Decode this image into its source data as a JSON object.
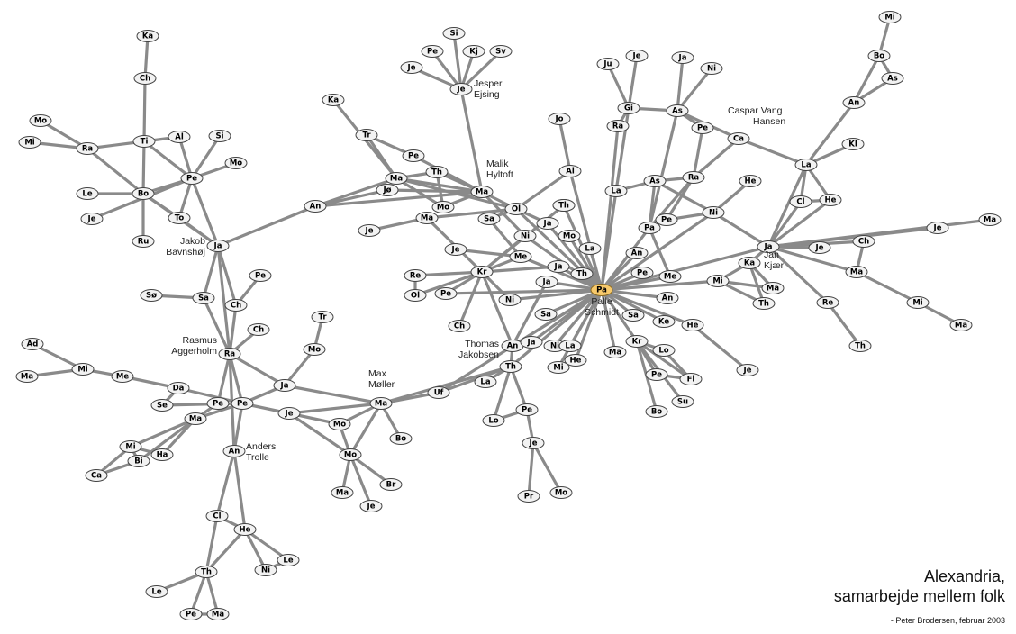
{
  "title": {
    "line1": "Alexandria,",
    "line2": "samarbejde mellem folk",
    "credit": "- Peter Brodersen, februar 2003"
  },
  "highlight_node": 53,
  "colors": {
    "edge": "#8a8a8a",
    "node": "#f2f2f2",
    "highlight": "#f7c96b"
  },
  "nodes": [
    "Ka",
    "Ch",
    "Mo",
    "Mi",
    "Ra",
    "Ti",
    "Al",
    "Si",
    "Pe",
    "Mo",
    "Le",
    "Bo",
    "Je",
    "To",
    "Ru",
    "Ja",
    "An",
    "Ka",
    "Tr",
    "Pe",
    "Ma",
    "Th",
    "Jø",
    "Ma",
    "Mo",
    "Ma",
    "Je",
    "Ol",
    "Sa",
    "Si",
    "Pe",
    "Kj",
    "Sv",
    "Je",
    "Je",
    "Ni",
    "Ja",
    "Th",
    "Al",
    "Jo",
    "Mo",
    "La",
    "Je",
    "Me",
    "Kr",
    "Ja",
    "Th",
    "Ja",
    "Re",
    "Ol",
    "Pe",
    "Ni",
    "Pa",
    "Ch",
    "Sa",
    "An",
    "Ja",
    "Ni",
    "La",
    "He",
    "Mi",
    "Th",
    "La",
    "Lo",
    "Pe",
    "Je",
    "Pr",
    "Mo",
    "Ma",
    "Kr",
    "Lo",
    "Pe",
    "Fl",
    "Bo",
    "Su",
    "Sa",
    "Ke",
    "An",
    "He",
    "Je",
    "Pe",
    "An",
    "Me",
    "Pa",
    "Pe",
    "La",
    "As",
    "Ra",
    "Ni",
    "He",
    "Th",
    "Ju",
    "Je",
    "Ja",
    "Ni",
    "Gi",
    "As",
    "Ra",
    "Pe",
    "Ca",
    "Mi",
    "Bo",
    "As",
    "An",
    "Kl",
    "La",
    "Cl",
    "He",
    "Ja",
    "Je",
    "Ch",
    "Je",
    "Ma",
    "Ma",
    "Mi",
    "Ma",
    "Re",
    "Th",
    "Ka",
    "Mi",
    "Ma",
    "Th",
    "Pe",
    "Sø",
    "Sa",
    "Ch",
    "Ch",
    "Ra",
    "Tr",
    "Mo",
    "Ad",
    "Mi",
    "Ma",
    "Me",
    "Da",
    "Ja",
    "Se",
    "Pe",
    "Pe",
    "Ma",
    "Uf",
    "Je",
    "Ma",
    "Mo",
    "Bo",
    "Mi",
    "Ha",
    "Bi",
    "Ca",
    "An",
    "Mo",
    "Br",
    "Ma",
    "Je",
    "Cl",
    "He",
    "Le",
    "Ni",
    "Th",
    "Le",
    "Pe",
    "Ma"
  ],
  "people": [
    {
      "node": 16,
      "name": [
        "Jakob",
        "Bavnshøj"
      ]
    },
    {
      "node": 24,
      "name": [
        "Malik",
        "Hyltoft"
      ]
    },
    {
      "node": 35,
      "name": [
        "Jesper",
        "Ejsing"
      ]
    },
    {
      "node": 100,
      "name": [
        "Caspar Vang",
        "Hansen"
      ]
    },
    {
      "node": 109,
      "name": [
        "Jan",
        "Kjær"
      ]
    },
    {
      "node": 53,
      "name": [
        "Palle",
        "Schmidt"
      ]
    },
    {
      "node": 62,
      "name": [
        "Thomas",
        "Jakobsen"
      ]
    },
    {
      "node": 128,
      "name": [
        "Rasmus",
        "Aggerholm"
      ]
    },
    {
      "node": 140,
      "name": [
        "Max",
        "Møller"
      ]
    },
    {
      "node": 150,
      "name": [
        "Anders",
        "Trolle"
      ]
    }
  ],
  "edges": [
    [
      1,
      2
    ],
    [
      2,
      6
    ],
    [
      6,
      12
    ],
    [
      3,
      5
    ],
    [
      4,
      5
    ],
    [
      5,
      6
    ],
    [
      5,
      12
    ],
    [
      6,
      7
    ],
    [
      6,
      9
    ],
    [
      7,
      9
    ],
    [
      8,
      9
    ],
    [
      10,
      9
    ],
    [
      9,
      12
    ],
    [
      11,
      12
    ],
    [
      13,
      9
    ],
    [
      12,
      14
    ],
    [
      14,
      16
    ],
    [
      15,
      12
    ],
    [
      9,
      16
    ],
    [
      12,
      16
    ],
    [
      9,
      14
    ],
    [
      16,
      17
    ],
    [
      17,
      23
    ],
    [
      17,
      24
    ],
    [
      17,
      21
    ],
    [
      18,
      21
    ],
    [
      19,
      21
    ],
    [
      19,
      20
    ],
    [
      20,
      24
    ],
    [
      21,
      22
    ],
    [
      21,
      24
    ],
    [
      22,
      24
    ],
    [
      23,
      24
    ],
    [
      25,
      21
    ],
    [
      25,
      24
    ],
    [
      26,
      28
    ],
    [
      27,
      26
    ],
    [
      24,
      28
    ],
    [
      28,
      29
    ],
    [
      22,
      25
    ],
    [
      24,
      36
    ],
    [
      21,
      28
    ],
    [
      30,
      35
    ],
    [
      31,
      35
    ],
    [
      32,
      35
    ],
    [
      33,
      35
    ],
    [
      34,
      35
    ],
    [
      35,
      24
    ],
    [
      28,
      37
    ],
    [
      28,
      53
    ],
    [
      29,
      44
    ],
    [
      36,
      45
    ],
    [
      36,
      53
    ],
    [
      37,
      53
    ],
    [
      38,
      45
    ],
    [
      38,
      53
    ],
    [
      39,
      28
    ],
    [
      39,
      53
    ],
    [
      40,
      39
    ],
    [
      41,
      53
    ],
    [
      42,
      53
    ],
    [
      43,
      44
    ],
    [
      44,
      45
    ],
    [
      44,
      53
    ],
    [
      45,
      49
    ],
    [
      45,
      50
    ],
    [
      45,
      51
    ],
    [
      45,
      52
    ],
    [
      45,
      46
    ],
    [
      45,
      54
    ],
    [
      45,
      56
    ],
    [
      45,
      26
    ],
    [
      49,
      50
    ],
    [
      51,
      53
    ],
    [
      52,
      53
    ],
    [
      46,
      53
    ],
    [
      47,
      53
    ],
    [
      48,
      53
    ],
    [
      48,
      56
    ],
    [
      55,
      53
    ],
    [
      56,
      53
    ],
    [
      56,
      62
    ],
    [
      57,
      53
    ],
    [
      58,
      53
    ],
    [
      59,
      53
    ],
    [
      60,
      53
    ],
    [
      61,
      53
    ],
    [
      62,
      53
    ],
    [
      62,
      63
    ],
    [
      62,
      64
    ],
    [
      62,
      65
    ],
    [
      62,
      140
    ],
    [
      62,
      141
    ],
    [
      65,
      66
    ],
    [
      66,
      67
    ],
    [
      66,
      68
    ],
    [
      64,
      65
    ],
    [
      69,
      53
    ],
    [
      70,
      53
    ],
    [
      70,
      71
    ],
    [
      70,
      72
    ],
    [
      70,
      73
    ],
    [
      70,
      74
    ],
    [
      70,
      75
    ],
    [
      71,
      73
    ],
    [
      72,
      73
    ],
    [
      76,
      53
    ],
    [
      77,
      53
    ],
    [
      78,
      53
    ],
    [
      79,
      53
    ],
    [
      79,
      80
    ],
    [
      81,
      53
    ],
    [
      82,
      53
    ],
    [
      83,
      53
    ],
    [
      83,
      84
    ],
    [
      84,
      53
    ],
    [
      84,
      85
    ],
    [
      84,
      87
    ],
    [
      85,
      89
    ],
    [
      85,
      88
    ],
    [
      86,
      53
    ],
    [
      86,
      87
    ],
    [
      86,
      96
    ],
    [
      87,
      88
    ],
    [
      87,
      89
    ],
    [
      88,
      100
    ],
    [
      88,
      99
    ],
    [
      89,
      90
    ],
    [
      89,
      109
    ],
    [
      89,
      53
    ],
    [
      88,
      84
    ],
    [
      92,
      96
    ],
    [
      93,
      96
    ],
    [
      94,
      97
    ],
    [
      95,
      97
    ],
    [
      96,
      97
    ],
    [
      96,
      98
    ],
    [
      97,
      99
    ],
    [
      97,
      100
    ],
    [
      97,
      84
    ],
    [
      98,
      53
    ],
    [
      100,
      106
    ],
    [
      101,
      102
    ],
    [
      102,
      103
    ],
    [
      102,
      104
    ],
    [
      103,
      104
    ],
    [
      104,
      106
    ],
    [
      105,
      106
    ],
    [
      106,
      107
    ],
    [
      106,
      108
    ],
    [
      107,
      108
    ],
    [
      106,
      109
    ],
    [
      107,
      109
    ],
    [
      108,
      109
    ],
    [
      109,
      110
    ],
    [
      109,
      111
    ],
    [
      109,
      112
    ],
    [
      109,
      113
    ],
    [
      109,
      114
    ],
    [
      109,
      117
    ],
    [
      109,
      119
    ],
    [
      109,
      53
    ],
    [
      111,
      114
    ],
    [
      114,
      115
    ],
    [
      115,
      116
    ],
    [
      117,
      118
    ],
    [
      119,
      120
    ],
    [
      119,
      121
    ],
    [
      119,
      122
    ],
    [
      120,
      121
    ],
    [
      120,
      122
    ],
    [
      120,
      53
    ],
    [
      16,
      126
    ],
    [
      16,
      125
    ],
    [
      16,
      128
    ],
    [
      123,
      126
    ],
    [
      124,
      125
    ],
    [
      125,
      128
    ],
    [
      126,
      128
    ],
    [
      127,
      128
    ],
    [
      128,
      136
    ],
    [
      128,
      138
    ],
    [
      128,
      139
    ],
    [
      128,
      150
    ],
    [
      129,
      130
    ],
    [
      130,
      136
    ],
    [
      131,
      132
    ],
    [
      133,
      132
    ],
    [
      132,
      134
    ],
    [
      134,
      135
    ],
    [
      135,
      139
    ],
    [
      135,
      137
    ],
    [
      137,
      139
    ],
    [
      138,
      143
    ],
    [
      139,
      143
    ],
    [
      136,
      140
    ],
    [
      139,
      136
    ],
    [
      139,
      142
    ],
    [
      142,
      140
    ],
    [
      142,
      144
    ],
    [
      142,
      151
    ],
    [
      144,
      140
    ],
    [
      144,
      151
    ],
    [
      140,
      145
    ],
    [
      140,
      151
    ],
    [
      140,
      141
    ],
    [
      141,
      53
    ],
    [
      143,
      146
    ],
    [
      143,
      147
    ],
    [
      143,
      148
    ],
    [
      146,
      148
    ],
    [
      146,
      149
    ],
    [
      148,
      149
    ],
    [
      146,
      147
    ],
    [
      139,
      150
    ],
    [
      150,
      155
    ],
    [
      150,
      156
    ],
    [
      155,
      156
    ],
    [
      155,
      159
    ],
    [
      156,
      159
    ],
    [
      156,
      157
    ],
    [
      156,
      158
    ],
    [
      157,
      158
    ],
    [
      159,
      160
    ],
    [
      159,
      161
    ],
    [
      159,
      162
    ],
    [
      161,
      162
    ],
    [
      151,
      152
    ],
    [
      151,
      153
    ],
    [
      151,
      154
    ]
  ]
}
